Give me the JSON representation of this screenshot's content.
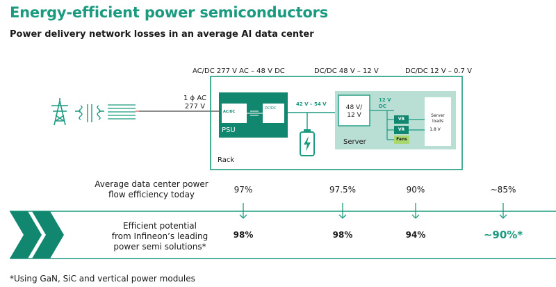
{
  "title": "Energy-efficient power semiconductors",
  "subtitle": "Power delivery network losses in an average AI data center",
  "stages": {
    "acdc": "AC/DC 277 V AC – 48 V DC",
    "dcdc1": "DC/DC 48 V – 12 V",
    "dcdc2": "DC/DC 12 V – 0.7 V"
  },
  "diagram": {
    "input_label_line1": "1 ϕ AC",
    "input_label_line2": "277 V",
    "psu_block": "AC/DC",
    "dcdc_block": "DC/DC",
    "psu_label": "PSU",
    "rack_label": "Rack",
    "bus_label": "42 V – 54 V",
    "converter_line1": "48 V/",
    "converter_line2": "12 V",
    "dc12_line1": "12 V",
    "dc12_line2": "DC",
    "vr1": "VR",
    "vr2": "VR",
    "fans": "Fans",
    "server_loads_line1": "Server",
    "server_loads_line2": "loads",
    "load_voltage": "1.8 V",
    "server_label": "Server"
  },
  "today": {
    "label_line1": "Average data center power",
    "label_line2": "flow efficiency today",
    "values": [
      "97%",
      "97.5%",
      "90%",
      "~85%"
    ]
  },
  "potential": {
    "label_line1": "Efficient potential",
    "label_line2": "from Infineon’s leading",
    "label_line3": "power semi solutions*",
    "values": [
      "98%",
      "98%",
      "94%"
    ],
    "total": "~90%*"
  },
  "footnote": "*Using GaN, SiC and vertical power modules",
  "colors": {
    "accent": "#1a9a7f",
    "dark_block": "#11876f",
    "server_bg": "#b9ded4",
    "fans": "#a9d86e"
  }
}
